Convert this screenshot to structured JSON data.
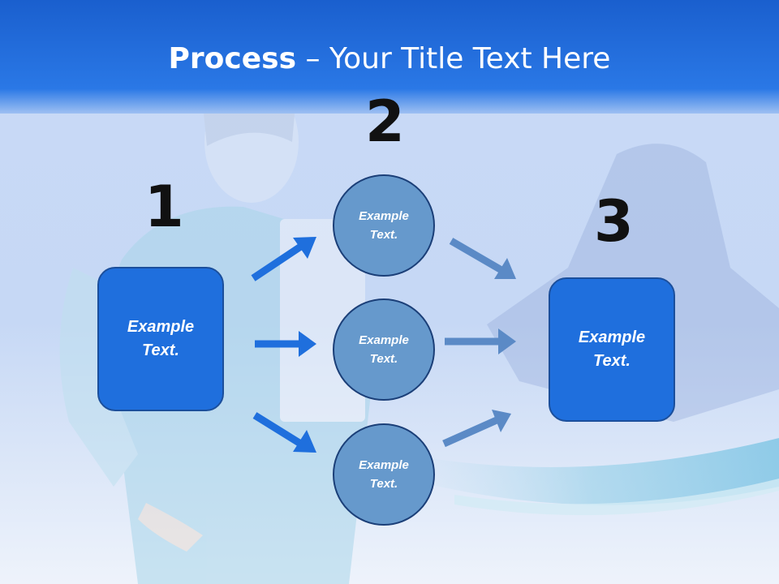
{
  "title": {
    "bold": "Process",
    "rest": " – Your Title Text Here"
  },
  "steps": {
    "one": "1",
    "two": "2",
    "three": "3"
  },
  "nodes": {
    "left_box": "Example Text.",
    "circle_top": "Example Text.",
    "circle_middle": "Example Text.",
    "circle_bottom": "Example Text.",
    "right_box": "Example Text."
  },
  "colors": {
    "header": "#1f6fdd",
    "box": "#1f6fdd",
    "circle": "#6699cc",
    "arrow_left": "#1f6fdd",
    "arrow_right": "#5b8ac6"
  }
}
